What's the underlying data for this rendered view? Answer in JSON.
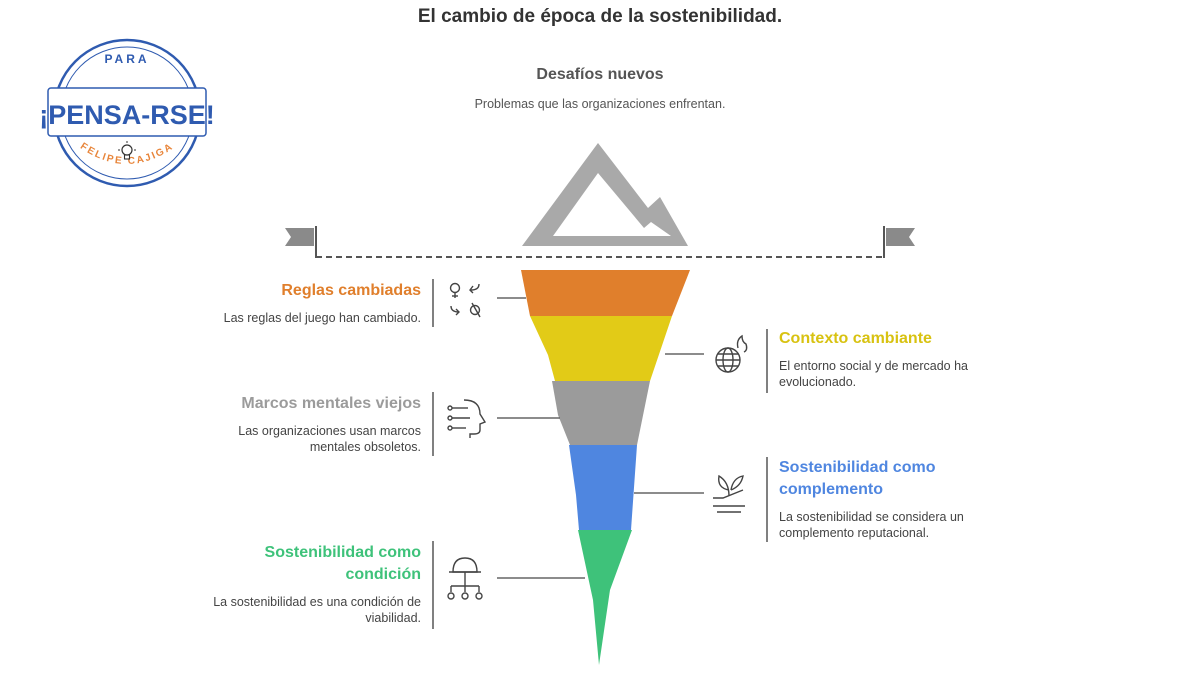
{
  "title": "El cambio de época de la sostenibilidad.",
  "logo": {
    "top_text": "PARA",
    "main_text": "¡PENSA-RSE!",
    "bottom_text": "FELIPE CAJIGA",
    "color_blue": "#2f5bb0",
    "color_orange": "#e8853a"
  },
  "peak": {
    "title": "Desafíos nuevos",
    "description": "Problemas que las organizaciones enfrentan."
  },
  "layers": [
    {
      "title": "Reglas cambiadas",
      "description": "Las reglas del juego han cambiado.",
      "color": "#e07f2c",
      "side": "left",
      "icon": "gender-swap-arrows-icon"
    },
    {
      "title": "Contexto cambiante",
      "description": "El entorno social y de mercado ha evolucionado.",
      "color": "#e2cb17",
      "side": "right",
      "icon": "globe-fire-icon"
    },
    {
      "title": "Marcos mentales viejos",
      "description": "Las organizaciones usan marcos mentales obsoletos.",
      "color": "#9b9b9b",
      "side": "left",
      "icon": "head-circuit-icon"
    },
    {
      "title": "Sostenibilidad como complemento",
      "description": "La sostenibilidad se considera un complemento reputacional.",
      "color": "#4f86e0",
      "side": "right",
      "icon": "hand-plant-icon"
    },
    {
      "title": "Sostenibilidad como condición",
      "description": "La sostenibilidad es una condición de viabilidad.",
      "color": "#3ec27a",
      "side": "left",
      "icon": "helmet-network-icon"
    }
  ]
}
